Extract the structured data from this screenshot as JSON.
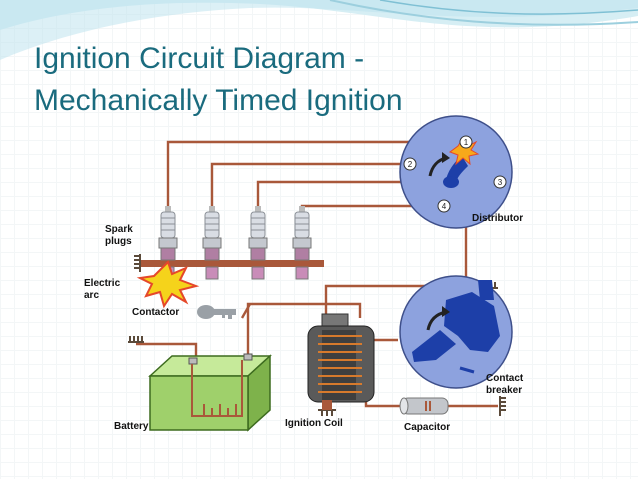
{
  "slide": {
    "title_line1": "Ignition Circuit Diagram -",
    "title_line2": "Mechanically Timed Ignition"
  },
  "diagram": {
    "labels": {
      "spark_plugs_1": "Spark",
      "spark_plugs_2": "plugs",
      "electric_arc_1": "Electric",
      "electric_arc_2": "arc",
      "contactor": "Contactor",
      "battery": "Battery",
      "ignition_coil": "Ignition Coil",
      "capacitor": "Capacitor",
      "distributor": "Distributor",
      "contact_breaker_1": "Contact",
      "contact_breaker_2": "breaker"
    },
    "distributor_terminals": [
      "1",
      "2",
      "3",
      "4"
    ],
    "colors": {
      "title": "#1a6b7e",
      "wire": "#a9583a",
      "distributor_disc": "#8da2de",
      "battery": "#9fd06b",
      "coil": "#5a5a5a",
      "spark_plug": "#d9dde4"
    }
  }
}
